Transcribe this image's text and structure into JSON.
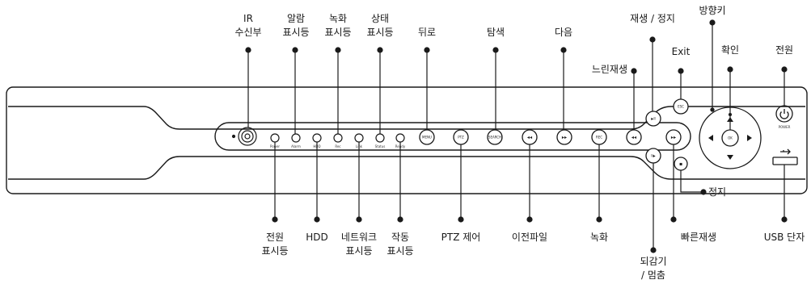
{
  "callouts_top": [
    {
      "id": "ir",
      "lines": [
        "IR",
        "수신부"
      ]
    },
    {
      "id": "alarm",
      "lines": [
        "알람",
        "표시등"
      ]
    },
    {
      "id": "rec-led",
      "lines": [
        "녹화",
        "표시등"
      ]
    },
    {
      "id": "status-led",
      "lines": [
        "상태",
        "표시등"
      ]
    },
    {
      "id": "back",
      "lines": [
        "뒤로"
      ]
    },
    {
      "id": "search",
      "lines": [
        "탐색"
      ]
    },
    {
      "id": "next",
      "lines": [
        "다음"
      ]
    },
    {
      "id": "slow",
      "lines": [
        "느린재생"
      ]
    },
    {
      "id": "play-stop",
      "lines": [
        "재생 / 정지"
      ]
    },
    {
      "id": "exit",
      "lines": [
        "Exit"
      ]
    },
    {
      "id": "direction",
      "lines": [
        "방향키"
      ]
    },
    {
      "id": "confirm",
      "lines": [
        "확인"
      ]
    },
    {
      "id": "power",
      "lines": [
        "전원"
      ]
    }
  ],
  "callouts_bottom": [
    {
      "id": "power-led",
      "lines": [
        "전원",
        "표시등"
      ]
    },
    {
      "id": "hdd",
      "lines": [
        "HDD"
      ]
    },
    {
      "id": "network",
      "lines": [
        "네트워크",
        "표시등"
      ]
    },
    {
      "id": "operation",
      "lines": [
        "작동",
        "표시등"
      ]
    },
    {
      "id": "ptz",
      "lines": [
        "PTZ 제어"
      ]
    },
    {
      "id": "prev-file",
      "lines": [
        "이전파일"
      ]
    },
    {
      "id": "record",
      "lines": [
        "녹화"
      ]
    },
    {
      "id": "rewind",
      "lines": [
        "되감기",
        "/ 멈춤"
      ]
    },
    {
      "id": "ffwd",
      "lines": [
        "빠른재생"
      ]
    },
    {
      "id": "usb",
      "lines": [
        "USB 단자"
      ]
    }
  ],
  "callouts_side": [
    {
      "id": "stop",
      "lines": [
        "정지"
      ]
    }
  ],
  "panel": {
    "led_labels": [
      "Power",
      "Alarm",
      "HDD",
      "Rec",
      "Link",
      "Status",
      "Ready"
    ],
    "button_labels": [
      "MENU",
      "PTZ",
      "SEARCH",
      "◀◀",
      "▶▶",
      "REC",
      "◀◀",
      "▶II",
      "ESC",
      "▶▶",
      "II▶",
      "■",
      "OK"
    ],
    "power_label": "POWER"
  },
  "colors": {
    "line": "#1a1a1a",
    "panel": "#ffffff"
  }
}
